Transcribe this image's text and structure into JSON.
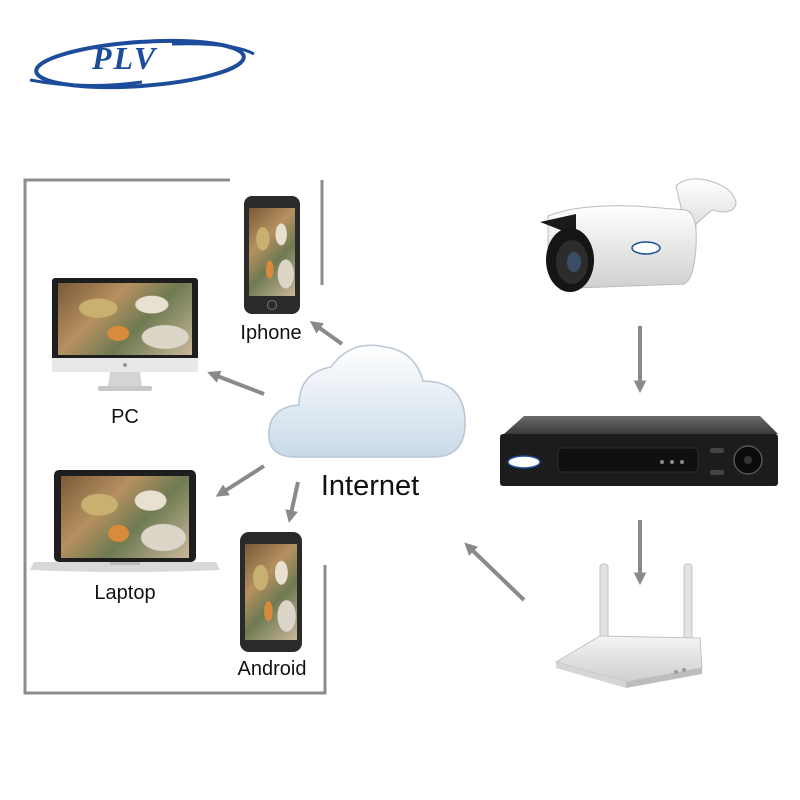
{
  "brand": {
    "logo_text": "PLV",
    "color": "#1d4c9a"
  },
  "labels": {
    "iphone": "Iphone",
    "pc": "PC",
    "laptop": "Laptop",
    "android": "Android",
    "internet": "Internet"
  },
  "colors": {
    "arrow": "#8a8a8a",
    "frame": "#8c8c8c",
    "cloud": "#dfe9f2"
  },
  "icons": [
    "ip-camera-icon",
    "nvr-recorder-icon",
    "wifi-router-icon",
    "cloud-icon",
    "pc-monitor-icon",
    "laptop-icon",
    "smartphone-icon"
  ]
}
